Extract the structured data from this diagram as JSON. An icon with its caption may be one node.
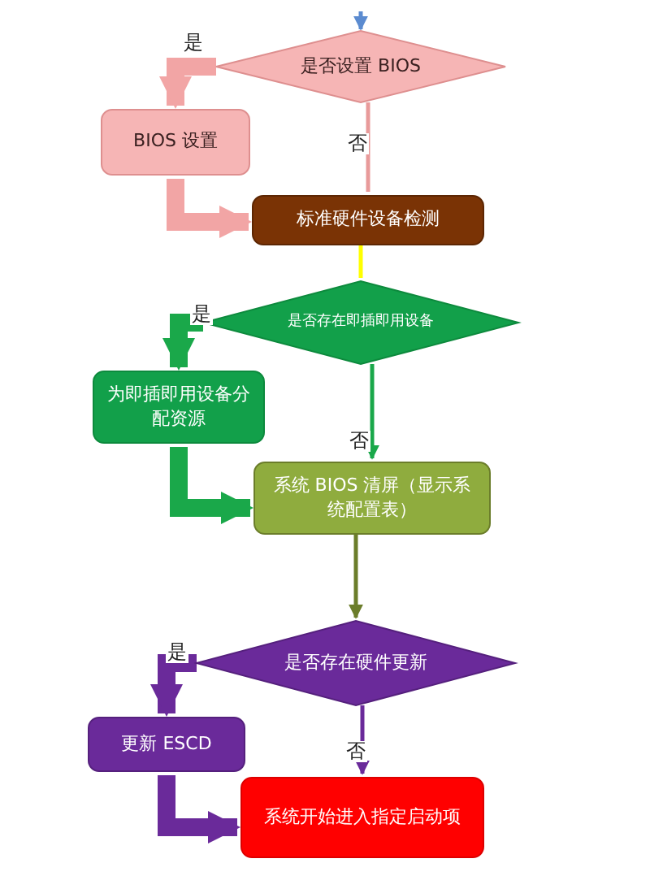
{
  "diagram": {
    "nodes": [
      {
        "text": [
          "是否设置 BIOS"
        ]
      },
      {
        "text": [
          "BIOS 设置"
        ]
      },
      {
        "text": [
          "标准硬件设备检测"
        ]
      },
      {
        "text": [
          "是否存在即插即用设备"
        ]
      },
      {
        "text": [
          "为即插即用设备分配资源"
        ]
      },
      {
        "text": [
          "系统 BIOS 清屏（显示系统配置表）"
        ]
      },
      {
        "text": [
          "是否存在硬件更新"
        ]
      },
      {
        "text": [
          "更新 ESCD"
        ]
      },
      {
        "text": [
          "系统开始进入指定启动项"
        ]
      }
    ],
    "edges": [
      {
        "from": 0,
        "to": 1,
        "arrow": "to",
        "label": "是",
        "style": "thick",
        "color": "#f2a5a5"
      },
      {
        "from": 0,
        "to": 2,
        "arrow": "none",
        "label": "否",
        "color": "#e89a9a"
      },
      {
        "from": 1,
        "to": 2,
        "arrow": "to",
        "style": "thick",
        "color": "#f2a5a5"
      },
      {
        "from": 2,
        "to": 3,
        "arrow": "none",
        "color": "#ffff00"
      },
      {
        "from": 3,
        "to": 4,
        "arrow": "to",
        "label": "是",
        "style": "thick",
        "color": "#1aa84a"
      },
      {
        "from": 3,
        "to": 5,
        "arrow": "to",
        "label": "否",
        "color": "#1aa84a"
      },
      {
        "from": 4,
        "to": 5,
        "arrow": "to",
        "style": "thick",
        "color": "#1aa84a"
      },
      {
        "from": 5,
        "to": 6,
        "arrow": "to",
        "color": "#6b7d2a"
      },
      {
        "from": 6,
        "to": 7,
        "arrow": "to",
        "label": "是",
        "style": "thick",
        "color": "#6a2a9a"
      },
      {
        "from": 6,
        "to": 8,
        "arrow": "to",
        "label": "否",
        "color": "#6a2a9a"
      },
      {
        "from": 7,
        "to": 8,
        "arrow": "to",
        "style": "thick",
        "color": "#6a2a9a"
      },
      {
        "from": null,
        "to": 0,
        "arrow": "to",
        "color": "#5b8bd0"
      }
    ]
  }
}
